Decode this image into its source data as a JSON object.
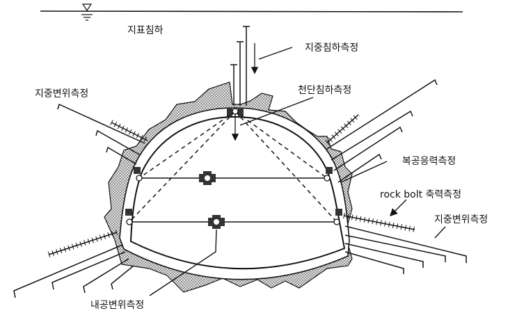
{
  "labels": {
    "surface_settlement": "지표침하",
    "subsurface_settlement": "지중침하측정",
    "ground_displacement_left": "지중변위측정",
    "crown_settlement": "천단침하측정",
    "lining_stress": "복공응력측정",
    "rock_bolt_axial_force": "rock bolt 축력측정",
    "ground_displacement_right": "지중변위측정",
    "convergence": "내공변위측정"
  },
  "colors": {
    "line": "#111111",
    "shotcrete_dots": "#555555",
    "background": "#ffffff"
  }
}
